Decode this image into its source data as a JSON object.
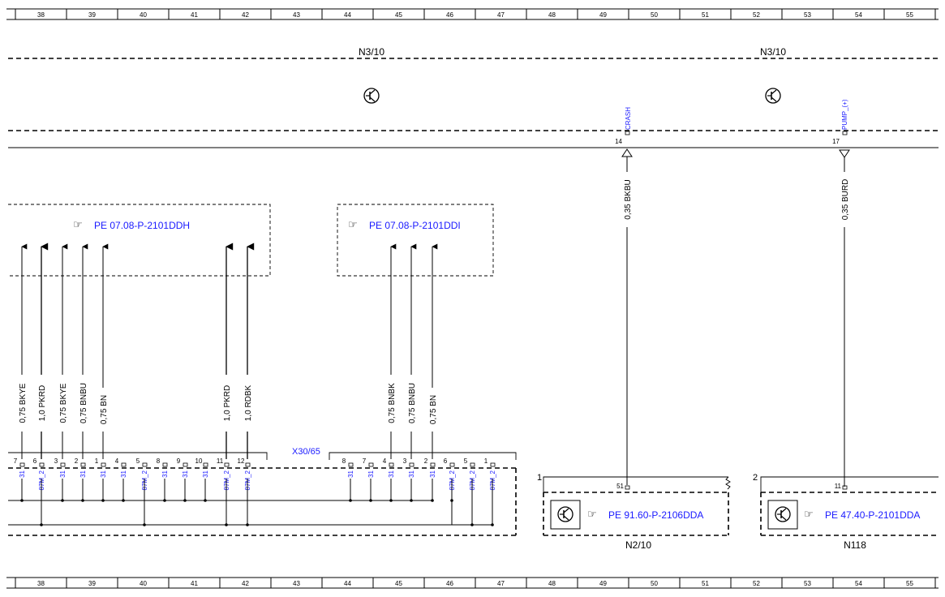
{
  "ruler": [
    "38",
    "39",
    "40",
    "41",
    "42",
    "43",
    "44",
    "45",
    "46",
    "47",
    "48",
    "49",
    "50",
    "51",
    "52",
    "53",
    "54",
    "55"
  ],
  "modules": {
    "n3_10_left": "N3/10",
    "n3_10_right": "N3/10",
    "crash_signal": "CRASH",
    "pump_signal": "PUMP_(+)",
    "crash_pin": "14",
    "pump_pin": "17"
  },
  "wires": {
    "crash": "0,35 BKBU",
    "pump": "0,35 BURD",
    "left": [
      "0,75 BKYE",
      "1,0 PKRD",
      "0,75 BKYE",
      "0,75 BNBU",
      "0,75 BN",
      "1,0 PKRD",
      "1,0 RDBK"
    ],
    "mid": [
      "0,75 BNBK",
      "0,75 BNBU",
      "0,75 BN"
    ]
  },
  "refs": {
    "ddh": "PE 07.08-P-2101DDH",
    "ddi": "PE 07.08-P-2101DDI",
    "dda_n210": "PE 91.60-P-2106DDA",
    "dda_n118": "PE 47.40-P-2101DDA"
  },
  "connector": {
    "name": "X30/65",
    "left_pins": [
      "7",
      "6",
      "3",
      "2",
      "1",
      "4",
      "5",
      "8",
      "9",
      "10",
      "11",
      "12"
    ],
    "left_signals": [
      "31",
      "87M_2",
      "31",
      "31",
      "31",
      "31",
      "87M_2",
      "31",
      "31",
      "31",
      "87M_2",
      "87M_2"
    ],
    "right_pins": [
      "8",
      "7",
      "4",
      "3",
      "2",
      "6",
      "5",
      "1"
    ],
    "right_signals": [
      "31",
      "31",
      "31",
      "31",
      "31",
      "87M_2",
      "87M_2",
      "87M_2"
    ]
  },
  "components": {
    "n2_10_index": "1",
    "n2_10_pin": "51",
    "n2_10_name": "N2/10",
    "n118_index": "2",
    "n118_pin": "11",
    "n118_name": "N118"
  }
}
